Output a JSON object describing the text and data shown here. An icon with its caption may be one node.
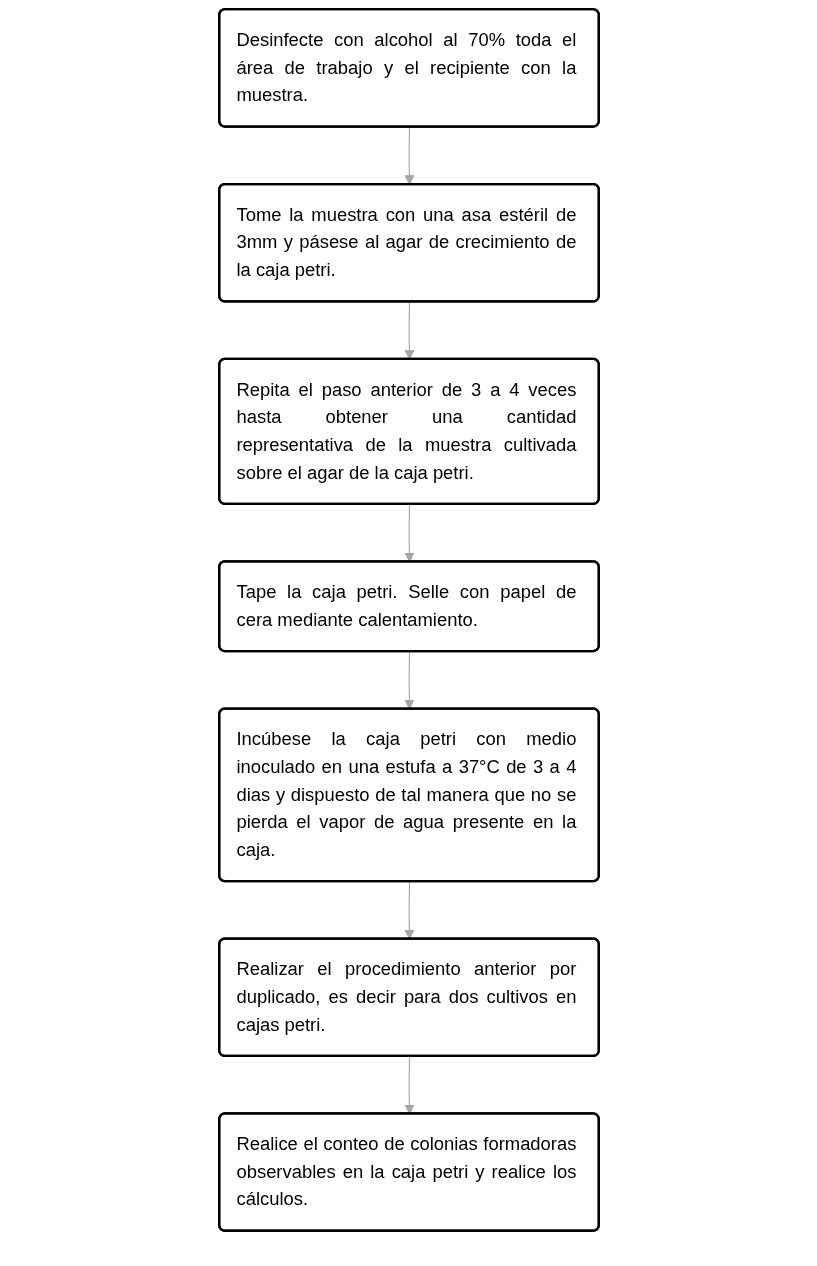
{
  "diagram": {
    "nodes": [
      {
        "text": [
          "Desinfecte con alcohol al 70% toda el área de trabajo y el recipiente con la muestra."
        ]
      },
      {
        "text": [
          "Tome la muestra con una asa estéril de 3mm y pásese al agar de crecimiento de la caja petri."
        ]
      },
      {
        "text": [
          "Repita el paso anterior de 3 a 4 veces hasta obtener una cantidad representativa de la muestra cultivada sobre el agar de la caja petri."
        ]
      },
      {
        "text": [
          "Tape la caja petri. Selle con papel de cera mediante calentamiento."
        ]
      },
      {
        "text": [
          "Incúbese la caja petri con medio inoculado en una estufa a 37°C de 3 a 4 dias y dispuesto de tal manera que no se pierda el vapor de agua presente en la caja."
        ]
      },
      {
        "text": [
          "Realizar el procedimiento anterior por duplicado, es decir para dos cultivos en cajas petri."
        ]
      },
      {
        "text": [
          "Realice el conteo de colonias formadoras observables en la caja petri y realice los cálculos."
        ]
      }
    ],
    "edges": [
      {
        "from": 0,
        "to": 1,
        "arrow": "to",
        "color": "#a6a6a6"
      },
      {
        "from": 1,
        "to": 2,
        "arrow": "to",
        "color": "#a6a6a6"
      },
      {
        "from": 2,
        "to": 3,
        "arrow": "to",
        "color": "#a6a6a6"
      },
      {
        "from": 3,
        "to": 4,
        "arrow": "to",
        "color": "#a6a6a6"
      },
      {
        "from": 4,
        "to": 5,
        "arrow": "to",
        "color": "#a6a6a6"
      },
      {
        "from": 5,
        "to": 6,
        "arrow": "to",
        "color": "#a6a6a6"
      }
    ]
  }
}
